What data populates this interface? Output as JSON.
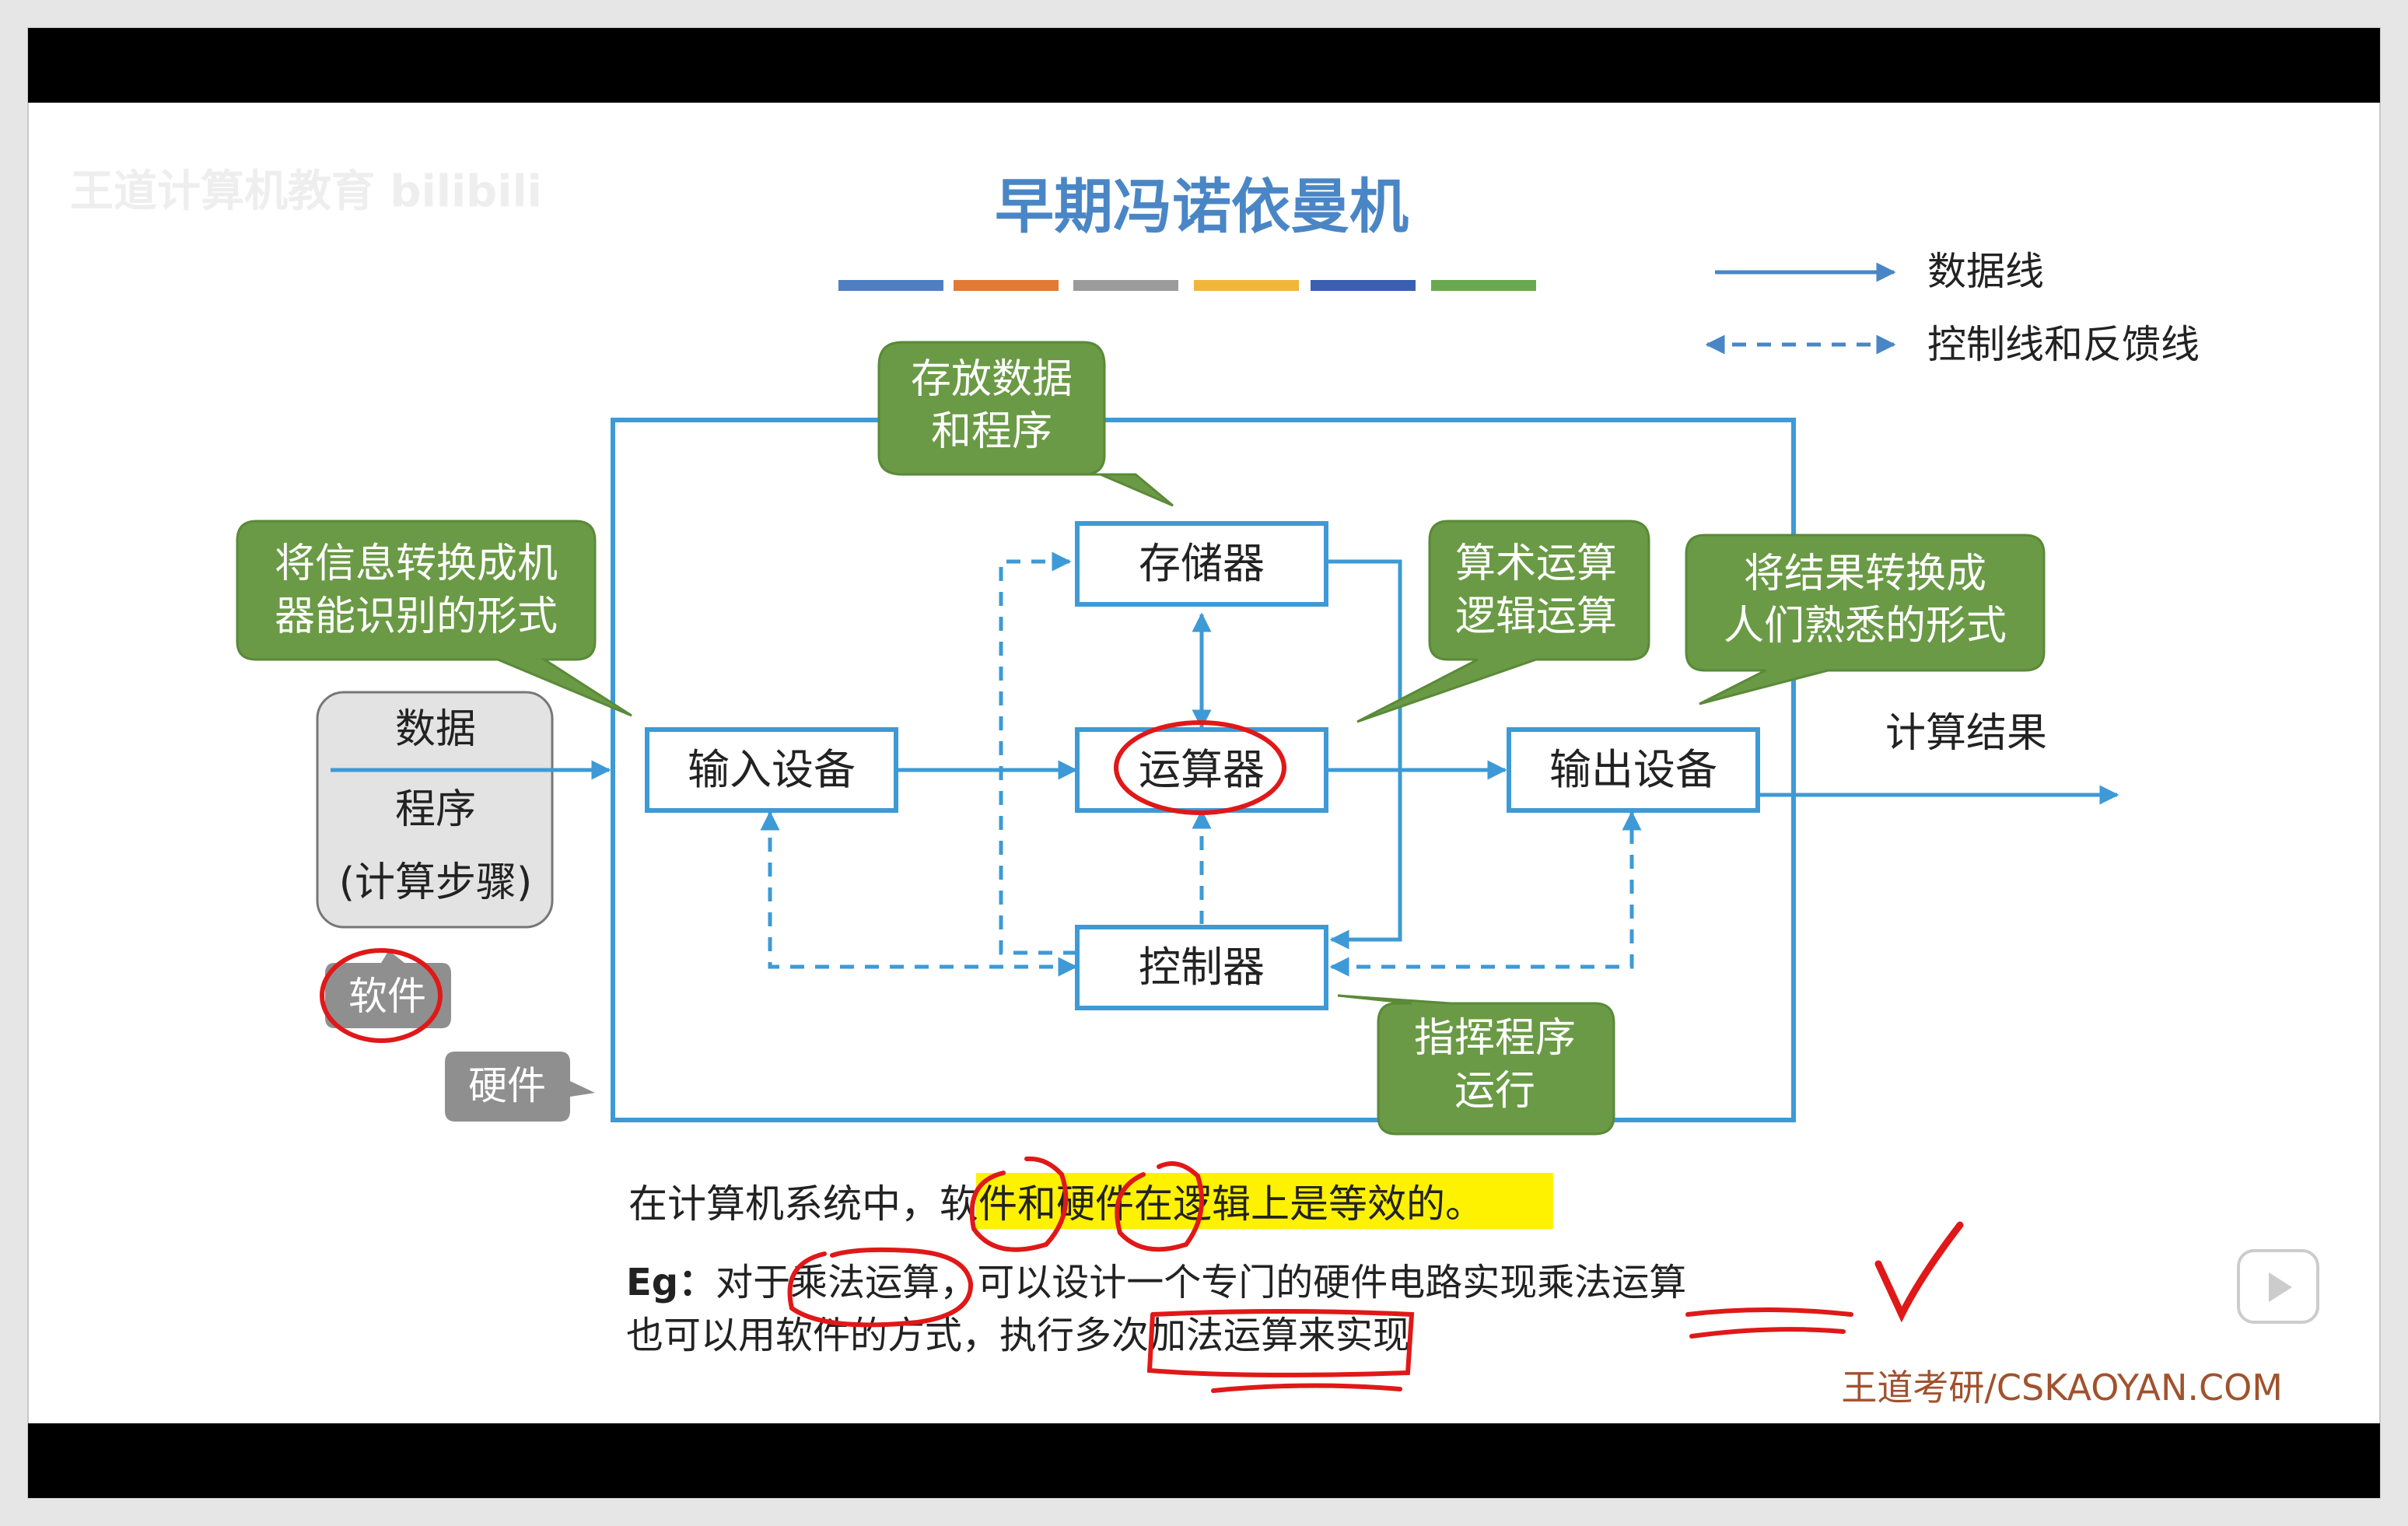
{
  "slide": {
    "title": "早期冯诺依曼机",
    "watermark": "王道计算机教育 bilibili",
    "footer_brand": "王道考研/CSKAOYAN.COM",
    "title_bar_colors": [
      "#4f7fc0",
      "#e07a35",
      "#9b9b9b",
      "#f0b63a",
      "#3a5fb0",
      "#6aa84f"
    ]
  },
  "legend": {
    "solid_label": "数据线",
    "dashed_label": "控制线和反馈线"
  },
  "components": {
    "memory": "存储器",
    "alu": "运算器",
    "control": "控制器",
    "input": "输入设备",
    "output": "输出设备"
  },
  "callouts": {
    "memory_line1": "存放数据",
    "memory_line2": "和程序",
    "input_line1": "将信息转换成机",
    "input_line2": "器能识别的形式",
    "alu_line1": "算术运算",
    "alu_line2": "逻辑运算",
    "output_line1": "将结果转换成",
    "output_line2": "人们熟悉的形式",
    "control_line1": "指挥程序",
    "control_line2": "运行"
  },
  "software_box": {
    "line1": "数据",
    "line2": "程序",
    "line3": "(计算步骤)"
  },
  "tags": {
    "software": "软件",
    "hardware": "硬件"
  },
  "result_label": "计算结果",
  "bottom_text": {
    "line1_prefix": "在计算机系统中，",
    "line1_sw": "软件",
    "line1_and": "和",
    "line1_hw": "硬件",
    "line1_rest": "在逻辑上是等效的",
    "line1_end": "。",
    "line2_eg": "Eg：",
    "line2_a": "对于",
    "line2_mul1": "乘法运算",
    "line2_b": "，可以设计一个专门的硬件电路实现",
    "line2_mul2": "乘法运算",
    "line3_a": "也可以用软件的方式，执行",
    "line3_add": "多次加法运算",
    "line3_b": "来实现"
  },
  "colors": {
    "accent_blue": "#3d9ad6",
    "title_blue": "#4a86c5",
    "callout_green": "#6a9a45",
    "highlight_yellow": "#fff200",
    "pen_red": "#e01818",
    "footer_brown": "#a0522d"
  }
}
